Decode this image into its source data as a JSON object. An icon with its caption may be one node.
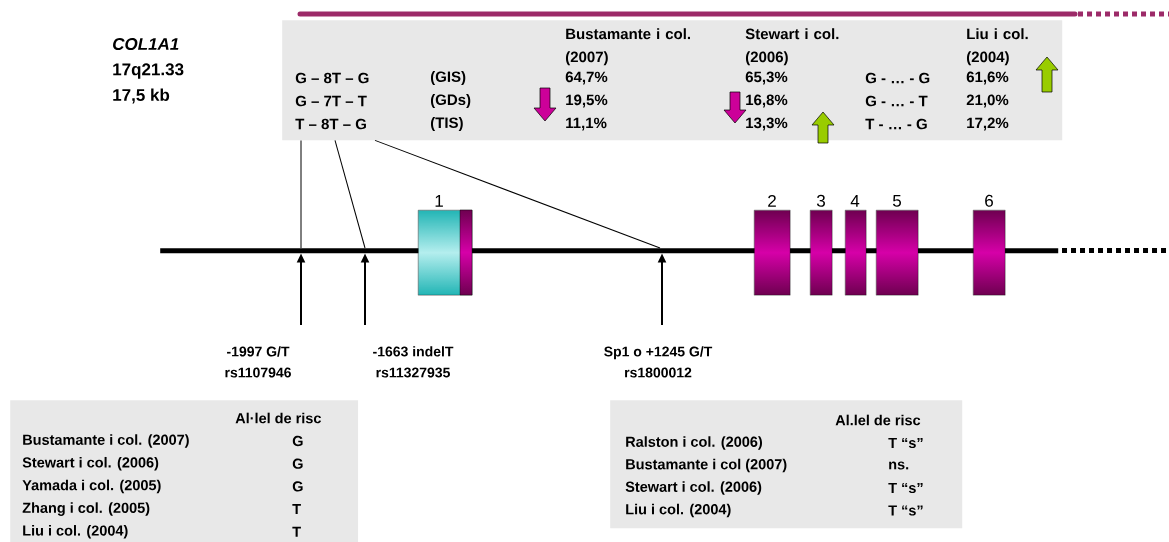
{
  "diagram": {
    "nodes": [
      {
        "text": [
          "G – 8T – G",
          "(GIS)",
          "G – 7T – T",
          "(GDs)",
          "T – 8T – G",
          "(TIS)",
          "Bustamante i col. (2007)",
          "64,7%",
          "19,5%",
          "11,1%",
          "Stewart i col. (2006)",
          "65,3%",
          "16,8%",
          "13,3%",
          "G - … - G",
          "G - … - T",
          "T - … - G",
          "Liu i col. (2004)",
          "61,6%",
          "21,0%",
          "17,2%"
        ]
      },
      {
        "text": [],
        "shape": "line"
      },
      {
        "text": [
          "1"
        ]
      },
      {
        "text": [
          "2"
        ]
      },
      {
        "text": [
          "3"
        ]
      },
      {
        "text": [
          "4"
        ]
      },
      {
        "text": [
          "5"
        ]
      },
      {
        "text": [
          "6"
        ]
      },
      {
        "text": [
          "-1997 G/T",
          "rs1107946"
        ]
      },
      {
        "text": [
          "-1663 indelT",
          "rs11327935"
        ]
      },
      {
        "text": [
          "Sp1 o +1245 G/T",
          "rs1800012"
        ]
      },
      {
        "text": [
          "Al·lel de risc",
          "Bustamante i col. (2007)",
          "G",
          "Stewart i col. (2006)",
          "G",
          "Yamada i col. (2005)",
          "G",
          "Zhang i col. (2005)",
          "T",
          "Liu i col. (2004)",
          "T"
        ]
      },
      {
        "text": [
          "Al.lel de risc",
          "Ralston i col. (2006)",
          "T “s”",
          "Bustamante i col (2007)",
          "ns.",
          "Stewart i col. (2006)",
          "T “s”",
          "Liu i col. (2004)",
          "T “s”"
        ]
      }
    ],
    "edges": [
      {
        "from": 0,
        "to": 1,
        "arrow": "none"
      },
      {
        "from": 0,
        "to": 1,
        "arrow": "none"
      },
      {
        "from": 0,
        "to": 1,
        "arrow": "none"
      },
      {
        "from": 8,
        "to": 1,
        "arrow": "to"
      },
      {
        "from": 9,
        "to": 1,
        "arrow": "to"
      },
      {
        "from": 10,
        "to": 1,
        "arrow": "to"
      }
    ],
    "labels": [
      "*COL1A1*",
      "17q21.33",
      "17,5 kb"
    ]
  }
}
